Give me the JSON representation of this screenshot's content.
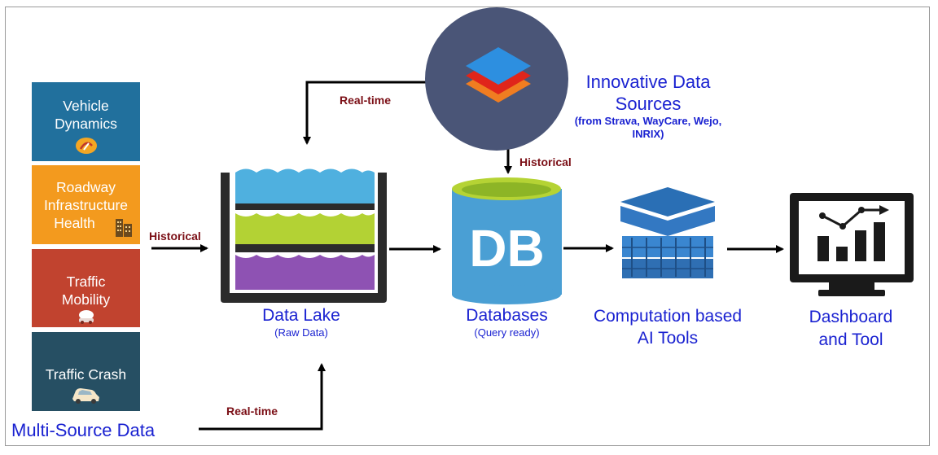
{
  "sources": [
    {
      "label": "Vehicle Dynamics",
      "line1": "Vehicle",
      "line2": "Dynamics",
      "line3": "",
      "color": "#21709d",
      "icon": "gauge-icon"
    },
    {
      "label": "Roadway Infrastructure Health",
      "line1": "Roadway",
      "line2": "Infrastructure",
      "line3": "Health",
      "color": "#f39a1e",
      "icon": "building-icon"
    },
    {
      "label": "Traffic Mobility",
      "line1": "Traffic",
      "line2": "Mobility",
      "line3": "",
      "color": "#c1432f",
      "icon": "mobility-icon"
    },
    {
      "label": "Traffic Crash",
      "line1": "Traffic Crash",
      "line2": "",
      "line3": "",
      "color": "#264f63",
      "icon": "crash-car-icon"
    }
  ],
  "multi_source_label": "Multi-Source Data",
  "arrows": {
    "historical_left": "Historical",
    "realtime_top": "Real-time",
    "realtime_bottom": "Real-time",
    "historical_top": "Historical"
  },
  "data_lake": {
    "title": "Data Lake",
    "subtitle": "(Raw Data)"
  },
  "innovative": {
    "line1": "Innovative Data",
    "line2": "Sources",
    "line3": "(from Strava, WayCare, Wejo,",
    "line4": "INRIX)"
  },
  "databases": {
    "title": "Databases",
    "subtitle": "(Query ready)",
    "icon_text": "DB"
  },
  "computation": {
    "line1": "Computation based",
    "line2": "AI Tools"
  },
  "dashboard": {
    "line1": "Dashboard",
    "line2": "and Tool"
  },
  "colors": {
    "arrow_label": "#7b0f16",
    "blue_label": "#1a22d1",
    "circle": "#4a5577"
  }
}
